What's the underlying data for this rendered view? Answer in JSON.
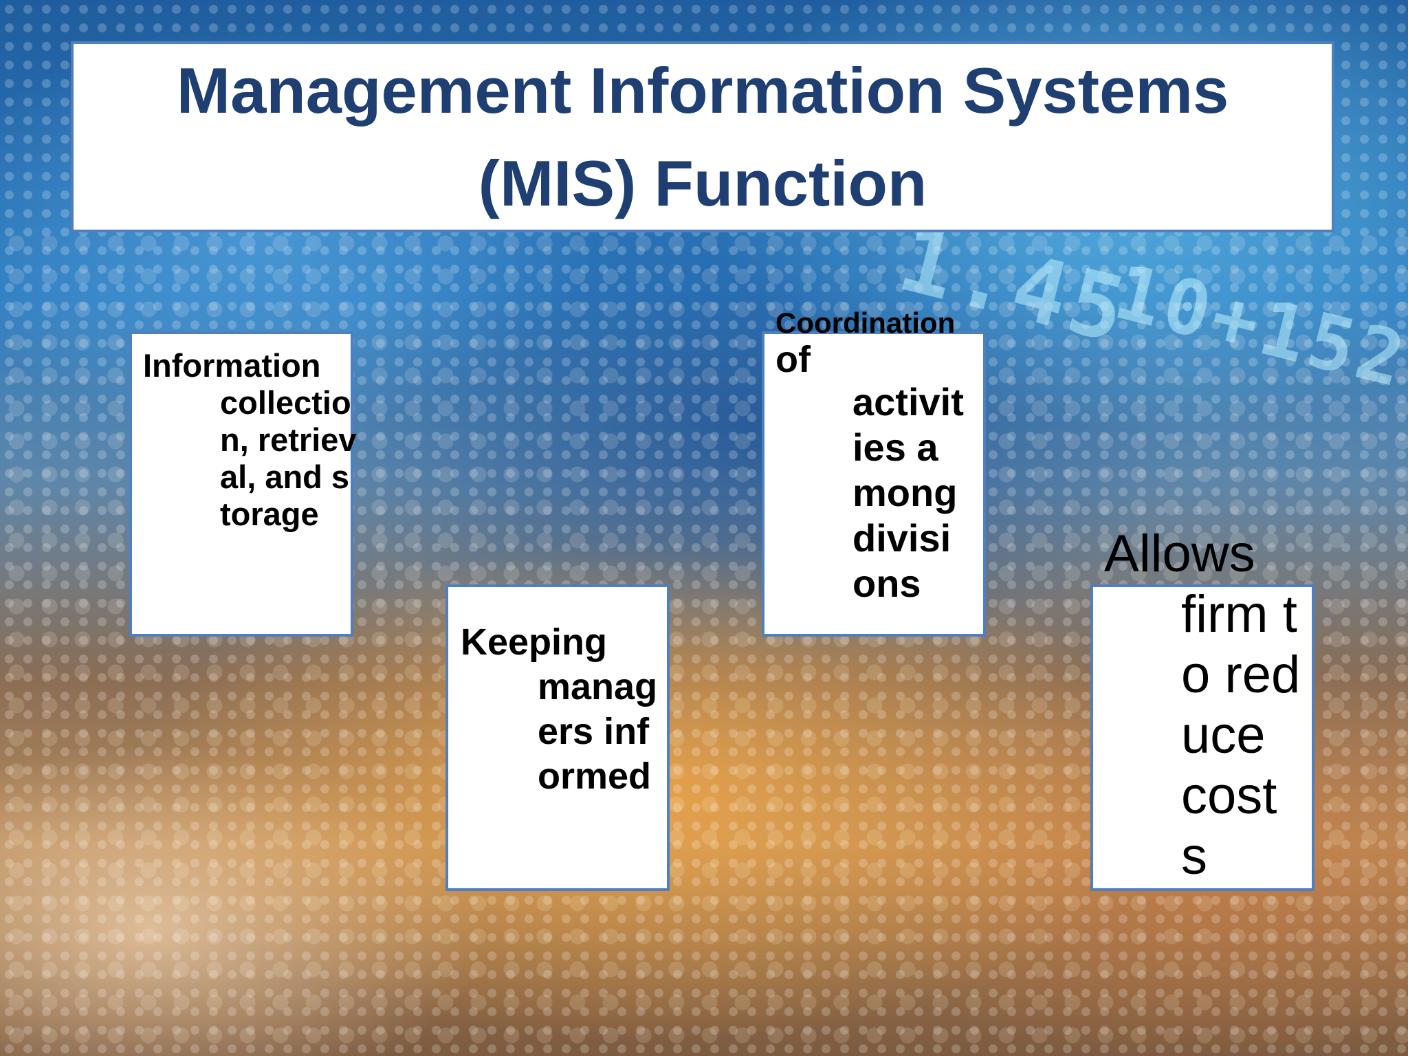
{
  "slide": {
    "title_line1": "Management Information Systems",
    "title_line2": "(MIS) Function",
    "cards": [
      {
        "first": "Information",
        "rest": "collection, retrieval, and storage"
      },
      {
        "first": "Keeping",
        "rest": "managers informed"
      },
      {
        "first": "Coordination",
        "second": "of",
        "rest": "activities among divisions"
      },
      {
        "first": "Allows",
        "rest": "firm to reduce costs"
      }
    ],
    "background_ticker": [
      "1.45",
      "10+152"
    ]
  },
  "colors": {
    "title_text": "#1f3f73",
    "box_border": "#4f7fc0",
    "box_fill": "#ffffff"
  }
}
